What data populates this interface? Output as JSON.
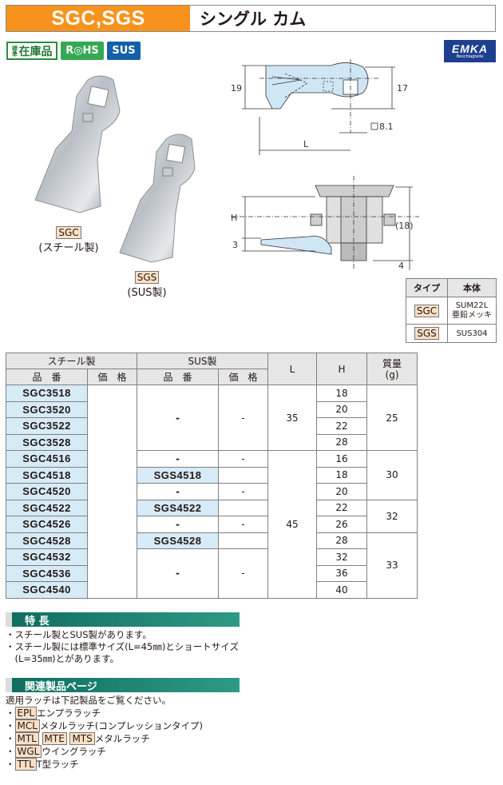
{
  "header": {
    "code": "SGC,SGS",
    "title": "シングル カム"
  },
  "badges": {
    "stock": "在庫品",
    "stock_small": "標準",
    "rohs": "R◎HS",
    "sus": "SUS"
  },
  "brand": {
    "name": "EMKA",
    "sub": "Beschlagteile"
  },
  "products": {
    "sgc": {
      "tag": "SGC",
      "caption": "(スチール製)"
    },
    "sgs": {
      "tag": "SGS",
      "caption": "(SUS製)"
    }
  },
  "drawing": {
    "dims": {
      "d19": "19",
      "d17": "17",
      "d8": "8.1",
      "L": "L",
      "H": "H",
      "d3": "3",
      "d18": "(18)",
      "d4": "4"
    }
  },
  "spec_table": {
    "headers": [
      "タイプ",
      "本体"
    ],
    "rows": [
      {
        "type": "SGC",
        "body_l1": "SUM22L",
        "body_l2": "亜鉛メッキ"
      },
      {
        "type": "SGS",
        "body_l1": "SUS304",
        "body_l2": ""
      }
    ]
  },
  "main_table": {
    "headers": {
      "steel": "スチール製",
      "sus": "SUS製",
      "L": "L",
      "H": "H",
      "mass_l1": "質量",
      "mass_l2": "(g)",
      "part_no": "品　番",
      "price": "価　格"
    },
    "rows": [
      {
        "sgc": "SGC3518",
        "sgs": "",
        "h": "18"
      },
      {
        "sgc": "SGC3520",
        "sgs": "",
        "h": "20"
      },
      {
        "sgc": "SGC3522",
        "sgs": "",
        "h": "22"
      },
      {
        "sgc": "SGC3528",
        "sgs": "",
        "h": "28"
      },
      {
        "sgc": "SGC4516",
        "sgs": "-",
        "h": "16"
      },
      {
        "sgc": "SGC4518",
        "sgs": "SGS4518",
        "h": "18"
      },
      {
        "sgc": "SGC4520",
        "sgs": "-",
        "h": "20"
      },
      {
        "sgc": "SGC4522",
        "sgs": "SGS4522",
        "h": "22"
      },
      {
        "sgc": "SGC4526",
        "sgs": "-",
        "h": "26"
      },
      {
        "sgc": "SGC4528",
        "sgs": "SGS4528",
        "h": "28"
      },
      {
        "sgc": "SGC4532",
        "sgs": "",
        "h": "32"
      },
      {
        "sgc": "SGC4536",
        "sgs": "",
        "h": "36"
      },
      {
        "sgc": "SGC4540",
        "sgs": "",
        "h": "40"
      }
    ],
    "merged": {
      "sgs_a": "-",
      "price_a": "-",
      "price_4516": "-",
      "price_4520": "-",
      "price_4526": "-",
      "sgs_b": "-",
      "price_b": "-",
      "L35": "35",
      "L45": "45",
      "m25": "25",
      "m30": "30",
      "m32": "32",
      "m33": "33"
    }
  },
  "features": {
    "title": "特 長",
    "items": [
      "・スチール製とSUS製があります。",
      "・スチール製には標準サイズ(L=45㎜)とショートサイズ",
      "　(L=35㎜)とがあります。"
    ]
  },
  "related": {
    "title": "関連製品ページ",
    "intro": "適用ラッチは下記製品をご覧ください。",
    "items": [
      {
        "tags": [
          "EPL"
        ],
        "label": "エンプララッチ"
      },
      {
        "tags": [
          "MCL"
        ],
        "label": "メタルラッチ(コンプレッションタイプ)"
      },
      {
        "tags": [
          "MTL",
          "MTE",
          "MTS"
        ],
        "label": "メタルラッチ"
      },
      {
        "tags": [
          "WGL"
        ],
        "label": "ウイングラッチ"
      },
      {
        "tags": [
          "TTL"
        ],
        "label": "T型ラッチ"
      }
    ]
  }
}
